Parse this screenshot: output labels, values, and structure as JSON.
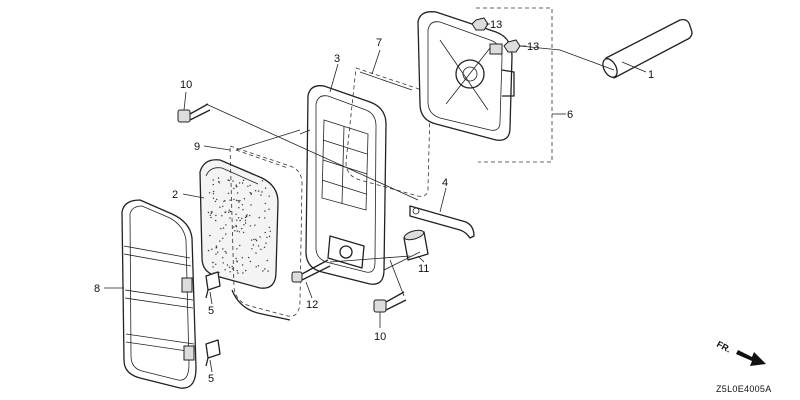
{
  "diagram_code": "Z5L0E4005A",
  "direction_label": "FR.",
  "callouts": {
    "c1": "1",
    "c2": "2",
    "c3": "3",
    "c4": "4",
    "c5a": "5",
    "c5b": "5",
    "c6": "6",
    "c7": "7",
    "c8": "8",
    "c9": "9",
    "c10a": "10",
    "c10b": "10",
    "c11": "11",
    "c12": "12",
    "c13a": "13",
    "c13b": "13"
  },
  "colors": {
    "line": "#222222",
    "background": "#ffffff"
  }
}
